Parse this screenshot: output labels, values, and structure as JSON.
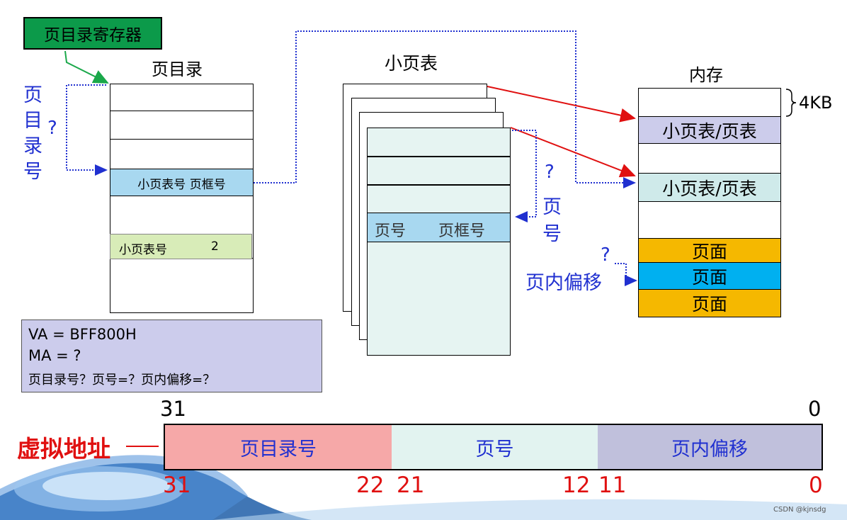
{
  "labels": {
    "page_dir_register": "页目录寄存器",
    "page_directory": "页目录",
    "small_page_table": "小页表",
    "memory": "内存",
    "size_4kb": "4KB",
    "pd_index_vertical": [
      "页",
      "目",
      "录",
      "号"
    ],
    "question": "?",
    "page_vertical": [
      "页",
      "号"
    ],
    "page_offset": "页内偏移"
  },
  "page_directory_entries": {
    "entry1": "小页表号 页框号",
    "entry2_label": "小页表号",
    "entry2_value": "2"
  },
  "small_table_entry": {
    "page_no": "页号",
    "frame_no": "页框号"
  },
  "memory_blocks": [
    "小页表/页表",
    "小页表/页表",
    "页面",
    "页面",
    "页面"
  ],
  "info_box": {
    "line1": "VA = BFF800H",
    "line2": "MA = ?",
    "line3": "页目录号？页号=？页内偏移=？"
  },
  "address_bar": {
    "title": "虚拟地址",
    "segments": [
      "页目录号",
      "页号",
      "页内偏移"
    ],
    "top_bits": [
      "31",
      "0"
    ],
    "bottom_bits": [
      "31",
      "22",
      "21",
      "12",
      "11",
      "0"
    ]
  },
  "watermark": "CSDN @kjnsdg",
  "colors": {
    "register_green": "#0c9a4a",
    "entry_blue": "#a8d8f0",
    "entry_green": "#d8ecb8",
    "table_tint": "#e6f4f2",
    "mem_purple": "#cccceb",
    "mem_teal": "#cfeaea",
    "mem_orange": "#f5b800",
    "mem_blue": "#00b0f0",
    "info_bg": "#ccccec",
    "seg_red": "#f6a8a8",
    "seg_teal": "#e2f3f0",
    "seg_purple": "#c0c0dc",
    "text_blue": "#2030d0",
    "text_red": "#e01010"
  }
}
